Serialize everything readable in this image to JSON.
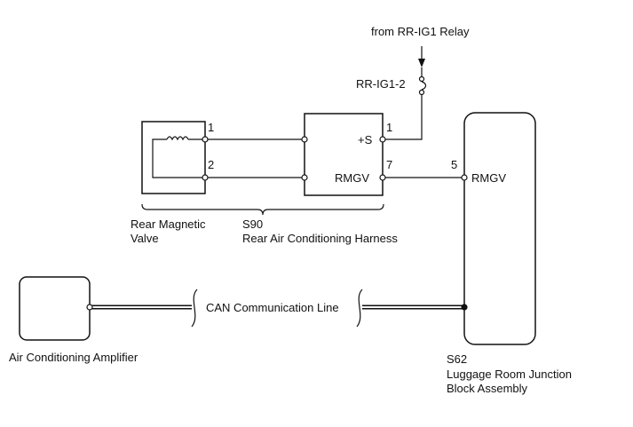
{
  "power_source": "from RR-IG1 Relay",
  "fuse_label": "RR-IG1-2",
  "components": {
    "rear_magnetic_valve": {
      "name_line1": "Rear Magnetic",
      "name_line2": "Valve",
      "pin1": "1",
      "pin2": "2"
    },
    "harness": {
      "code": "S90",
      "name": "Rear Air Conditioning Harness",
      "pin_plus_s": "+S",
      "pin_plus_s_num": "1",
      "pin_rmgv": "RMGV",
      "pin_rmgv_num": "7"
    },
    "junction_block": {
      "code": "S62",
      "name_line1": "Luggage Room Junction",
      "name_line2": "Block Assembly",
      "pin_num": "5",
      "pin_label": "RMGV"
    },
    "amplifier": {
      "name": "Air Conditioning Amplifier"
    }
  },
  "can_line_label": "CAN Communication Line"
}
